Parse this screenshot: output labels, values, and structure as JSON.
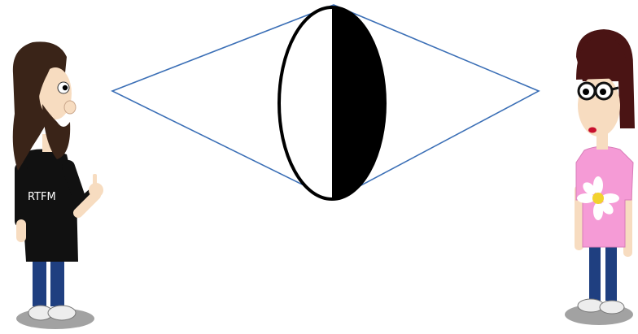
{
  "scene": {
    "left_character": {
      "shirt_text": "RTFM"
    },
    "right_character": {},
    "colors": {
      "diamond_stroke": "#3b6fb6",
      "disc_dark": "#000000",
      "disc_light": "#ffffff",
      "hair_brown": "#3a2418",
      "skin": "#f7dcc0",
      "jeans": "#1f3f80",
      "pink_shirt": "#f59bd6",
      "black_shirt": "#111111"
    },
    "icons": [
      "diamond-shape",
      "half-black-disc",
      "bearded-man-character",
      "girl-with-glasses-character"
    ]
  }
}
